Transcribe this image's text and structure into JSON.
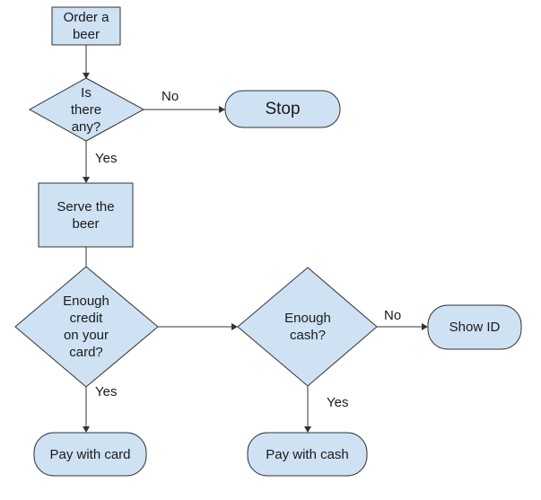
{
  "nodes": {
    "order": "Order a\nbeer",
    "is_there_any": "Is\nthere\nany?",
    "stop": "Stop",
    "serve": "Serve the\nbeer",
    "enough_credit": "Enough\ncredit\non your\ncard?",
    "enough_cash": "Enough\ncash?",
    "show_id": "Show ID",
    "pay_card": "Pay with card",
    "pay_cash": "Pay with cash"
  },
  "edges": {
    "any_no": "No",
    "any_yes": "Yes",
    "credit_yes": "Yes",
    "cash_no": "No",
    "cash_yes": "Yes"
  },
  "colors": {
    "node_fill": "#cfe2f3",
    "stroke": "#333333"
  }
}
